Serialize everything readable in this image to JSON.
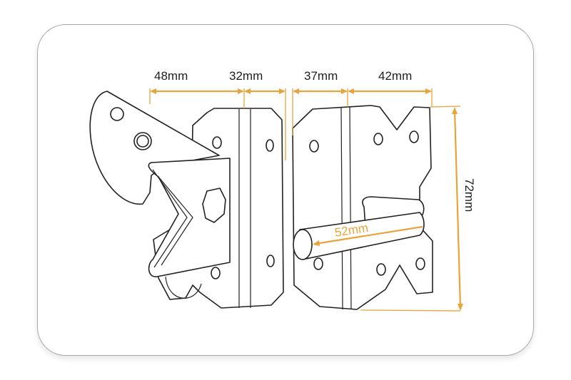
{
  "colors": {
    "accent": "#e8a33a",
    "line": "#222222",
    "card_border": "#a9a9a9",
    "background": "#ffffff"
  },
  "diagram": {
    "subject": "two-piece gate latch technical drawing",
    "parts": [
      {
        "name": "left latch plate with spring catch and lever arm"
      },
      {
        "name": "right strike plate with pin"
      }
    ],
    "dimensions": {
      "left_arm_width": "48mm",
      "left_plate_width": "32mm",
      "right_plate_left_width": "37mm",
      "right_plate_right_width": "42mm",
      "right_plate_height": "72mm",
      "pin_length": "52mm"
    }
  }
}
